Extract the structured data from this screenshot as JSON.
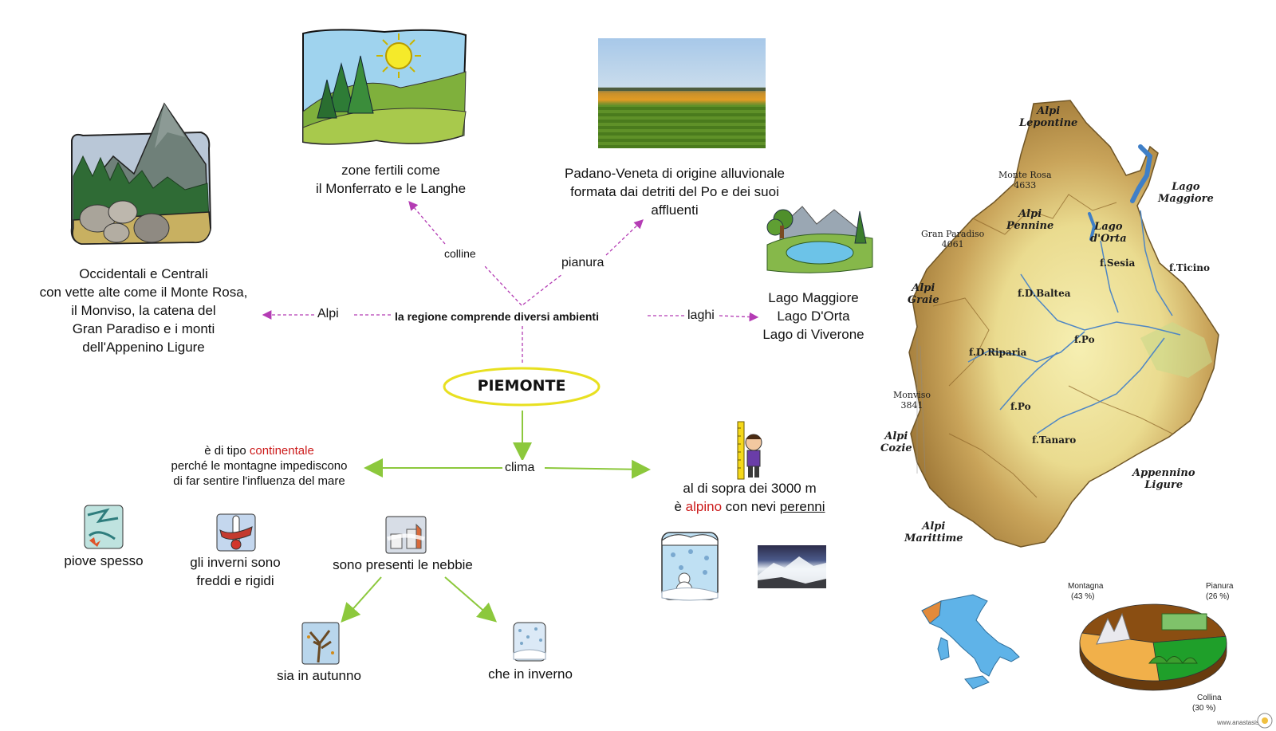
{
  "center": {
    "title": "PIEMONTE"
  },
  "environments": {
    "main": "la regione comprende diversi ambienti",
    "alpi": {
      "label": "Alpi",
      "lines": [
        "Occidentali e Centrali",
        "con vette alte come il Monte Rosa,",
        "il Monviso, la catena del",
        "Gran Paradiso e i monti",
        "dell'Appenino Ligure"
      ]
    },
    "colline": {
      "label": "colline",
      "lines": [
        "zone fertili come",
        "il Monferrato e le Langhe"
      ]
    },
    "pianura": {
      "label": "pianura",
      "lines": [
        "Padano-Veneta di origine alluvionale",
        "formata dai detriti del Po e dei suoi",
        "affluenti"
      ]
    },
    "laghi": {
      "label": "laghi",
      "lines": [
        "Lago Maggiore",
        "Lago D'Orta",
        "Lago di Viverone"
      ]
    }
  },
  "clima": {
    "label": "clima",
    "left": {
      "prefix": "è di tipo ",
      "highlight": "continentale",
      "line2": "perché le montagne impediscono",
      "line3": "di far sentire l'influenza del mare"
    },
    "right": {
      "line1": "al di sopra dei 3000 m",
      "prefix": "è ",
      "highlight": "alpino",
      "middle": " con nevi ",
      "underlined": "perenni"
    },
    "items": {
      "piove": "piove spesso",
      "inverni": [
        "gli inverni sono",
        "freddi e rigidi"
      ],
      "nebbie": "sono presenti le nebbie",
      "autunno": "sia in autunno",
      "inverno": "che in inverno"
    }
  },
  "map": {
    "labels": {
      "alpi_lepontine": [
        "Alpi",
        "Lepontine"
      ],
      "monte_rosa": [
        "Monte Rosa",
        "4633"
      ],
      "lago_maggiore": [
        "Lago",
        "Maggiore"
      ],
      "gran_paradiso": [
        "Gran Paradiso",
        "4061"
      ],
      "alpi_pennine": [
        "Alpi",
        "Pennine"
      ],
      "lago_orta": [
        "Lago",
        "d'Orta"
      ],
      "f_sesia": "f.Sesia",
      "f_ticino": "f.Ticino",
      "alpi_graie": [
        "Alpi",
        "Graie"
      ],
      "f_dbaltea": "f.D.Baltea",
      "f_driparia": "f.D.Riparia",
      "f_po_1": "f.Po",
      "monviso": [
        "Monviso",
        "3841"
      ],
      "f_po_2": "f.Po",
      "alpi_cozie": [
        "Alpi",
        "Cozie"
      ],
      "f_tanaro": "f.Tanaro",
      "appennino_ligure": [
        "Appennino",
        "Ligure"
      ],
      "alpi_marittime": [
        "Alpi",
        "Marittime"
      ]
    }
  },
  "chart_data": {
    "type": "pie",
    "categories": [
      "Montagna",
      "Pianura",
      "Collina"
    ],
    "values": [
      43,
      26,
      30
    ],
    "value_labels": [
      "(43 %)",
      "(26 %)",
      "(30 %)"
    ],
    "colors": [
      "#8a4e12",
      "#1f9f2a",
      "#f1b04a"
    ]
  },
  "footer": {
    "credit": "www.anastasis.it"
  },
  "colors": {
    "dashed_link": "#b43cb4",
    "green_link": "#8cc83c",
    "oval_border": "#e8e020"
  }
}
